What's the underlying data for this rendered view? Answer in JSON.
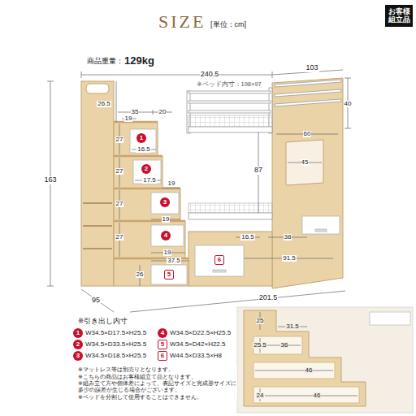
{
  "diagram": {
    "title": "SIZE",
    "nodes": [
      {
        "text": [
          "お客様組立品"
        ]
      },
      {
        "text": [
          "1"
        ]
      },
      {
        "text": [
          "2"
        ]
      },
      {
        "text": [
          "3"
        ]
      },
      {
        "text": [
          "4"
        ]
      },
      {
        "text": [
          "5"
        ]
      },
      {
        "text": [
          "6"
        ]
      },
      {
        "text": [
          "1"
        ]
      },
      {
        "text": [
          "2"
        ]
      },
      {
        "text": [
          "3"
        ]
      },
      {
        "text": [
          "4"
        ]
      },
      {
        "text": [
          "5"
        ]
      },
      {
        "text": [
          "6"
        ]
      }
    ],
    "edges": [],
    "labels": [
      "[単位：cm]",
      "商品重量：",
      "129kg",
      "240.5",
      "103",
      "26.5",
      "35",
      "20",
      "19",
      "40",
      "※ベッド内寸：198×97",
      "60",
      "27",
      "16.5",
      "27",
      "17.5",
      "163",
      "19",
      "45",
      "87",
      "27",
      "19",
      "27",
      "19",
      "37.5",
      "16.5",
      "38",
      "91.5",
      "26",
      "95",
      "201.5",
      "※引き出し内寸",
      "W34.5×D17.5×H25.5",
      "W34.5×D33.5×H25.5",
      "W34.5×D18.5×H25.5",
      "W34.5×D22.5×H25.5",
      "W34.5×D42×H22.5",
      "W44.5×D33.5×H8",
      "※マットレス等は別売りとなります。",
      "※こちらの商品はお客様組立て品となります。",
      "※組み立て方や個体差によって、表記サイズと完成形サイズに多少の誤差が生じる場合がございます。",
      "※ベッドを分割して使用することはできません。",
      "25",
      "31.5",
      "25.5",
      "36",
      "46",
      "24",
      "46"
    ]
  }
}
